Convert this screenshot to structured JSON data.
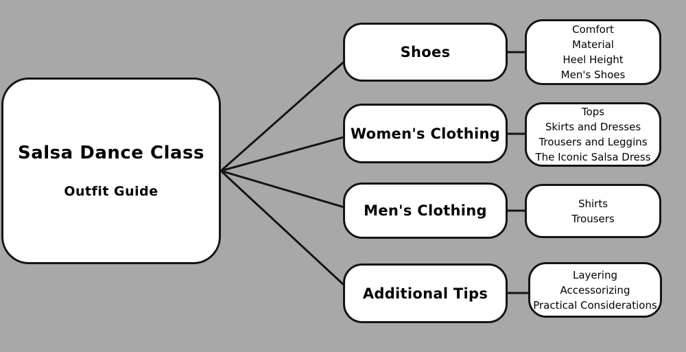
{
  "canvas": {
    "background_color": "#a8a8a8",
    "node_fill_color": "#ffffff",
    "node_border_color": "#141414",
    "text_color": "#000000"
  },
  "root": {
    "title": "Salsa Dance Class",
    "subtitle": "Outfit Guide"
  },
  "branches": [
    {
      "label": "Shoes",
      "items": [
        "Comfort",
        "Material",
        "Heel Height",
        "Men's Shoes"
      ]
    },
    {
      "label": "Women's Clothing",
      "items": [
        "Tops",
        "Skirts and Dresses",
        "Trousers and Leggins",
        "The Iconic Salsa Dress"
      ]
    },
    {
      "label": "Men's Clothing",
      "items": [
        "Shirts",
        "Trousers"
      ]
    },
    {
      "label": "Additional Tips",
      "items": [
        "Layering",
        "Accessorizing",
        "Practical Considerations"
      ]
    }
  ]
}
